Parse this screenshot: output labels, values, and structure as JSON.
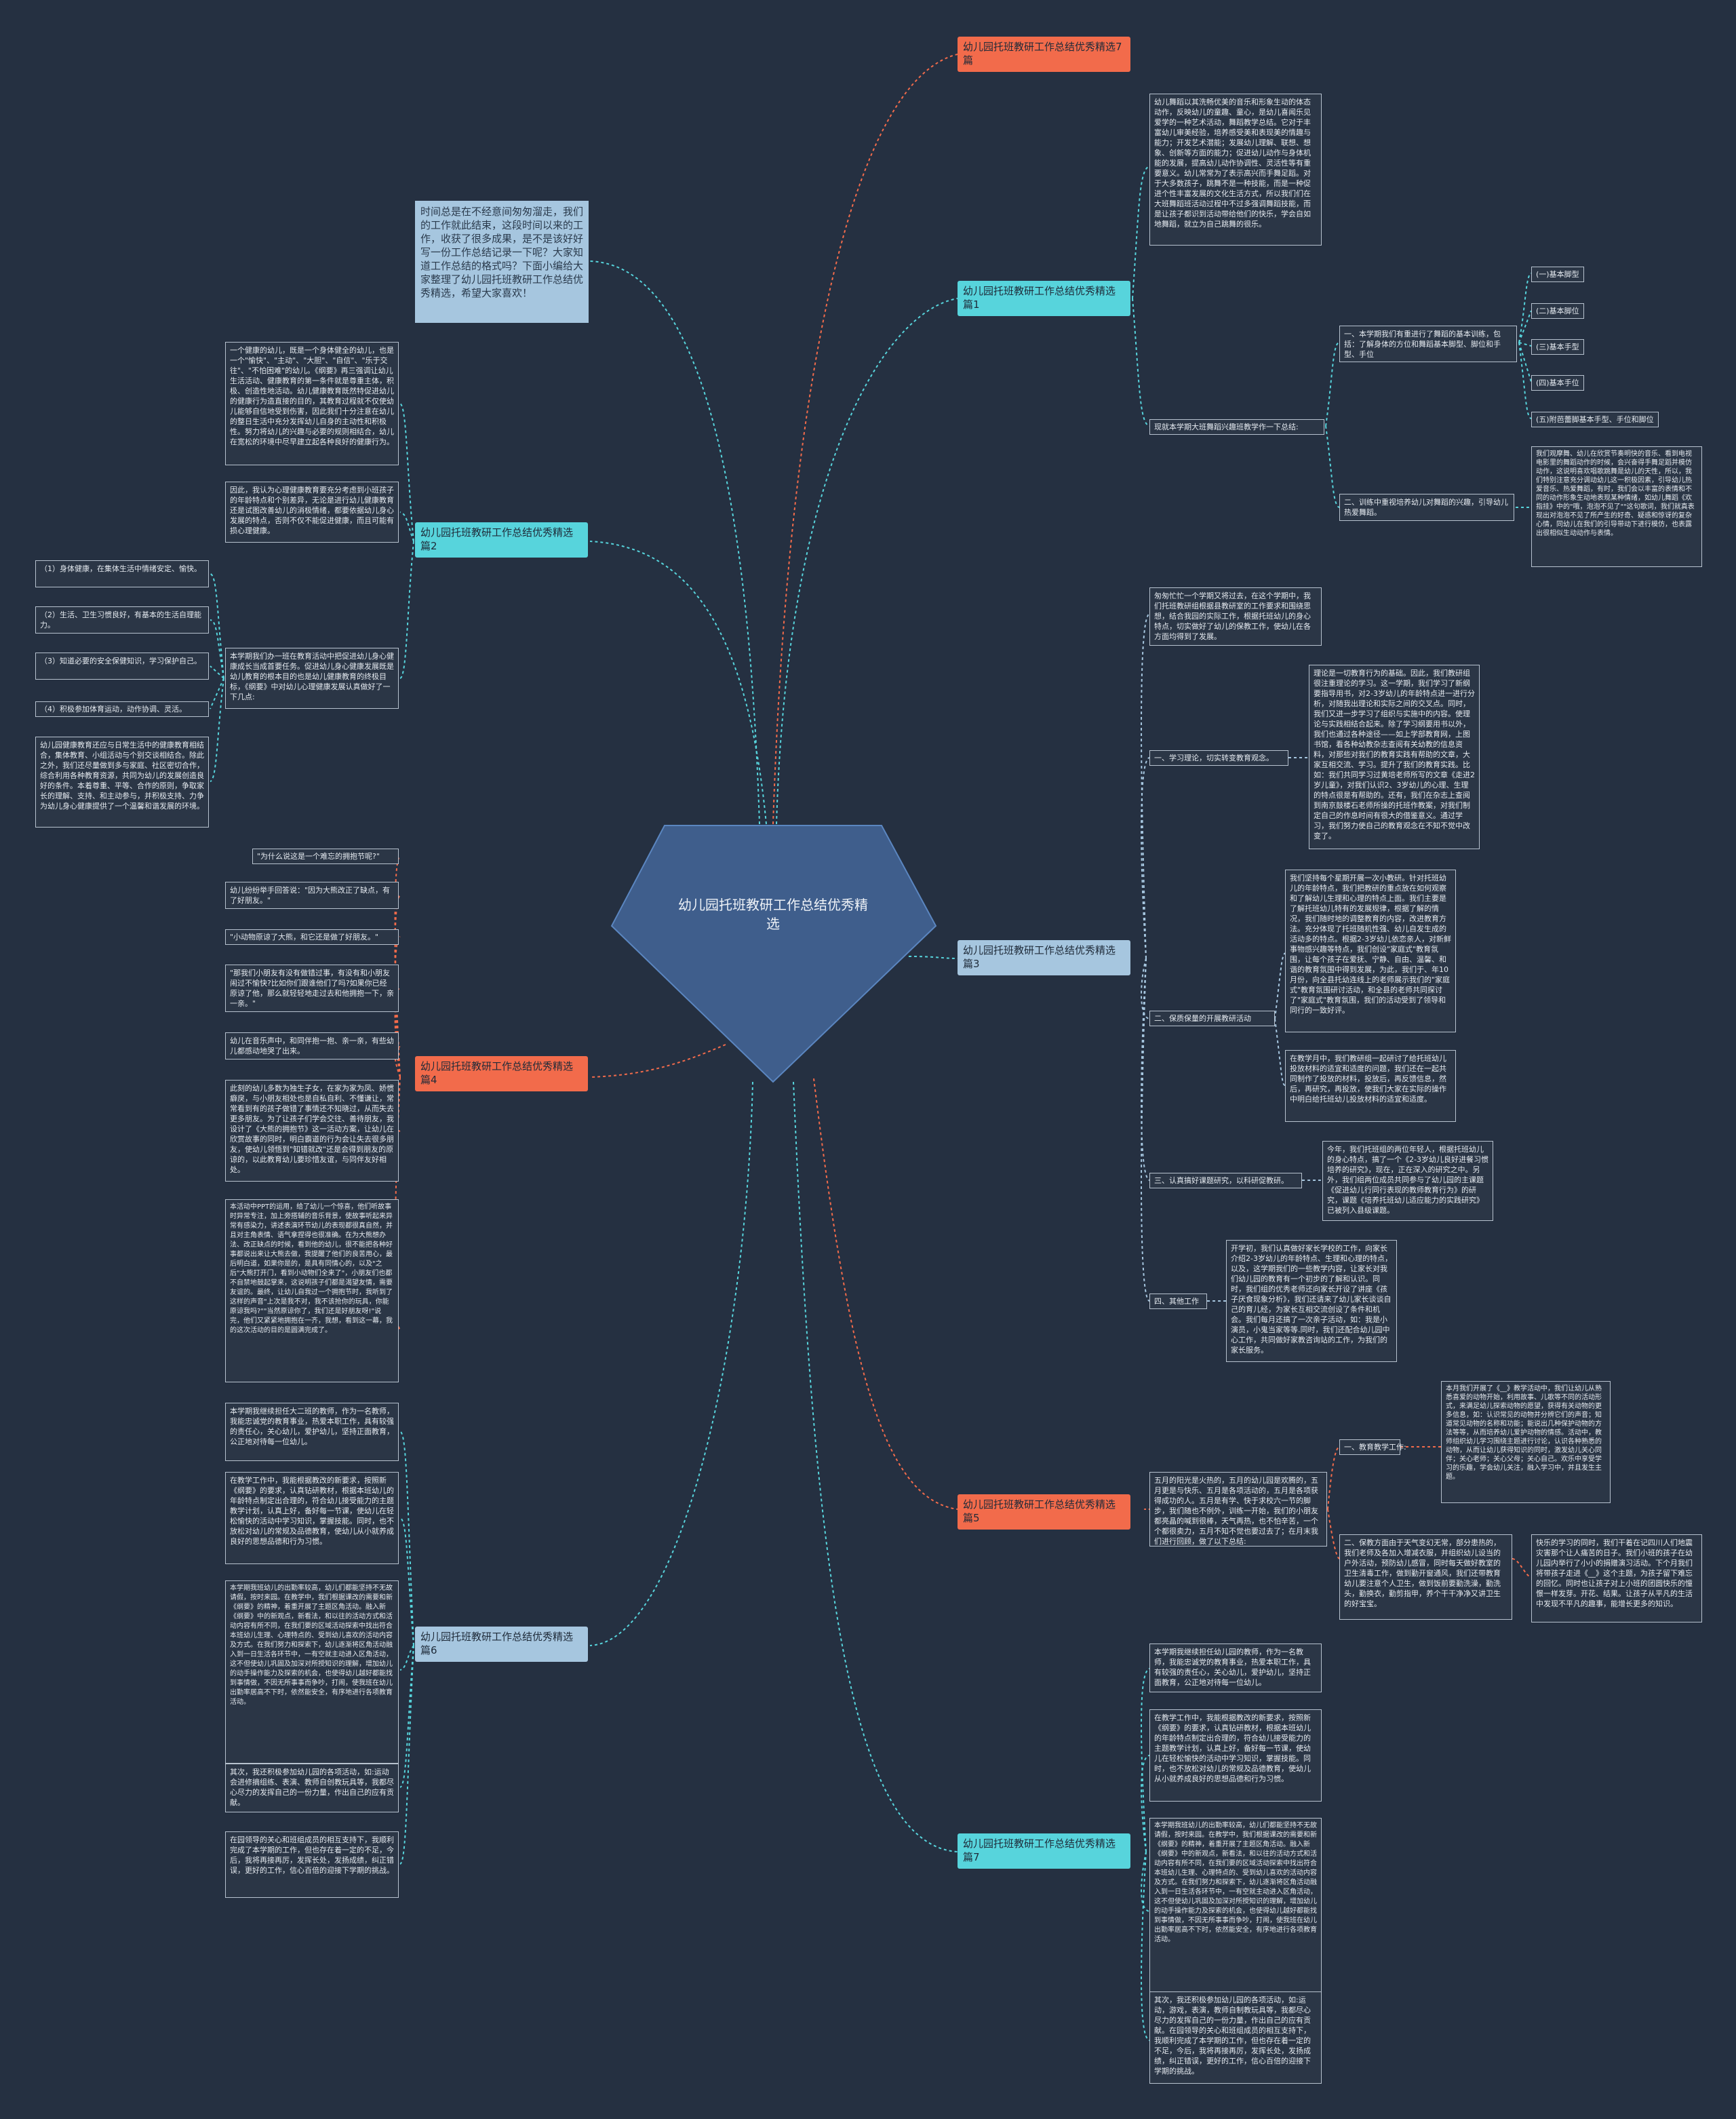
{
  "center": {
    "title": "幼儿园托班教研工作总结优秀精选"
  },
  "intro": "时间总是在不经意间匆匆溜走，我们的工作就此结束，这段时间以来的工作，收获了很多成果，是不是该好好写一份工作总结记录一下呢？大家知道工作总结的格式吗？下面小编给大家整理了幼儿园托班教研工作总结优秀精选，希望大家喜欢！",
  "branches": {
    "b7top": "幼儿园托班教研工作总结优秀精选7篇",
    "b1": "幼儿园托班教研工作总结优秀精选篇1",
    "b2": "幼儿园托班教研工作总结优秀精选篇2",
    "b3": "幼儿园托班教研工作总结优秀精选篇3",
    "b4": "幼儿园托班教研工作总结优秀精选篇4",
    "b5": "幼儿园托班教研工作总结优秀精选篇5",
    "b6": "幼儿园托班教研工作总结优秀精选篇6",
    "b7": "幼儿园托班教研工作总结优秀精选篇7"
  },
  "p1": {
    "dance": "幼儿舞蹈以其洗畅优美的音乐和形象生动的体态动作，反映幼儿的童趣、童心，是幼儿喜闻乐见爱学的一种艺术活动，舞蹈教学总结。它对于丰富幼儿审美经验，培养感受美和表现美的情趣与能力；开发艺术潜能；发展幼儿理解、联想、想象、创新等方面的能力；促进幼儿动作与身体机能的发展，提高幼儿动作协调性、灵活性等有重要意义。幼儿常常为了表示高兴而手舞足蹈。对于大多数孩子，跳舞不是一种技能，而是一种促进个性丰富发展的文化生活方式，所以我们们在大班舞蹈班活动过程中不过多强调舞蹈技能，而是让孩子都识到活动带给他们的快乐，学会自如地舞蹈，就立为自己跳舞的很乐。",
    "summary": "现就本学期大班舞蹈兴趣班教学作一下总结:",
    "s1": "一、本学期我们有重进行了舞蹈的基本训练，包括：了解身体的方位和舞蹈基本脚型、脚位和手型、手位",
    "list": [
      "(一)基本脚型",
      "(二)基本脚位",
      "(三)基本手型",
      "(四)基本手位",
      "(五)附芭蕾脚基本手型、手位和脚位"
    ],
    "s2": "二、训练中重视培养幼儿对舞蹈的兴趣，引导幼儿热爱舞蹈。",
    "s2detail": "我们观摩舞、幼儿在欣赏节奏明快的音乐、看到电视电影里的舞蹈动作的时候，会兴奋得手舞足蹈并模仿动作，这说明喜欢唱歌跳舞是幼儿的天性，所以，我们特别注意充分调动幼儿这一积极因素，引导幼儿热爱音乐、热爱舞蹈，有时，我们会以丰富的表情和不同的动作形象生动地表现某种情绪，如幼儿舞蹈《欢指挂》中的\"哦，泡泡不见了\"\"这句歌词，我们就真表现出对泡泡不见了所产生的好奇、疑惑和惊讶的复杂心情，同幼儿在我们的引导带动下进行模仿，也表露出很相似生动动作与表情。"
  },
  "p2": {
    "a": "一个健康的幼儿，既是一个身体健全的幼儿，也是一个\"愉快\"、\"主动\"、\"大胆\"、\"自信\"、\"乐于交往\"、\"不怕困难\"的幼儿。《纲要》再三强调让幼儿生活活动、健康教育的第一条件就是尊重主体，积极、创造性地活动。幼儿健康教育既然特促进幼儿的健康行为造直接的目的，其教育过程就不仅使幼儿能够自信地受到伤害，因此我们十分注意在幼儿的整日生活中充分发挥幼儿自身的主动性和积极性。努力将幼儿的兴趣与必要的规则相结合，幼儿在宽松的环境中尽早建立起各种良好的健康行为。",
    "b": "因此，我认为心理健康教育要充分考虑到小班孩子的年龄特点和个别差异，无论是进行幼儿健康教育还是试图改善幼儿的消极情绪，都要依据幼儿身心发展的特点，否则不仅不能促进健康，而且可能有损心理健康。",
    "c": "本学期我们办一班在教育活动中把促进幼儿身心健康成长当成首要任务。促进幼儿身心健康发展既是幼儿教育的根本目的也是幼儿健康教育的终极目标，《纲要》中对幼儿心理健康发展认真做好了一下几点:",
    "list": [
      "（1）身体健康，在集体生活中情绪安定、愉快。",
      "（2）生活、卫生习惯良好，有基本的生活自理能力。",
      "（3）知道必要的安全保健知识，学习保护自己。",
      "（4）积极参加体育运动，动作协调、灵活。"
    ],
    "d": "幼儿园健康教育还应与日常生活中的健康教育相结合，集体教育、小组活动与个别交谈相结合。除此之外，我们还尽量做到多与家庭、社区密切合作，综合利用各种教育资源，共同为幼儿的发展创造良好的条件。本着尊重、平等、合作的原则，争取家长的理解、支持、和主动参与，并积极支持、力争为幼儿身心健康提供了一个温馨和谐发展的环境。"
  },
  "p3": {
    "a": "匆匆忙忙一个学期又将过去，在这个学期中，我们托班教研组根据县教研室的工作要求和围绕思想，结合我园的实际工作，根据托班幼儿的身心特点，切实做好了幼儿的保教工作，使幼儿在各方面均得到了发展。",
    "s1": "一、学习理论，切实转变教育观念。",
    "s1d": "理论是一切教育行为的基础。因此，我们教研组很注重理论的学习。这一学期，我们学习了新纲要指导用书，对2-3岁幼儿的年龄特点进一进行分析，对随我出理论和实际之间的交叉点。同时，我们又进一步学习了组织与实施中的内容。使理论与实践相结合起来。除了学习纲要用书以外，我们也通过各种途径——如上学部教育网，上图书馆，看各种幼教杂志查阅有关幼教的信息资料，对那些对我们的教育实践有帮助的文章，大家互相交流、学习。提升了我们的教育实践。比如：我们共同学习过黄培老师所写的文章《走进2岁儿童》，对我们认识2、3岁幼儿的心理、生理的特点很是有帮助的。还有，我们在杂志上查阅到南京鼓楼石老师所操的托班作教案，对我们制定自己的作息时间有很大的借鉴意义。通过学习，我们努力使自己的教育观念在不知不觉中改变了。",
    "s2": "二、保质保量的开展教研活动",
    "s2a": "我们坚持每个星期开展一次小教研。针对托班幼儿的年龄特点，我们把教研的重点放在如何观察和了解幼儿生理和心理的特点上面。我们主要是了解托班幼儿特有的发展规律，根据了解的情况，我们随时地的调整教育的内容，改进教育方法。充分体现了托班随机性强、幼儿自发生成的活动多的特点。根据2-3岁幼儿依恋亲人，对新鲜事物感兴趣等特点，我们创设\"家庭式\"教育氛围，让每个孩子在爱抚、宁静、自由、温馨、和谐的教育氛围中得到发展，为此，我们于、年10月份，向全县托幼连线上的老师展示我们的\"家庭式\"教育氛围研讨活动，和全县的老师共同探讨了\"家庭式\"教育氛围，我们的活动受到了领导和同行的一致好评。",
    "s2b": "在教学月中，我们教研组一起研讨了给托班幼儿投放材料的适宜和适度的问题，我们还在一起共同制作了投放的材料，投放后，再反馈信息，然后，再研究，再投放，使我们大家在实际的操作中明白给托班幼儿投放材料的适宜和适度。",
    "s3": "三、认真搞好课题研究，以科研促教研。",
    "s3d": "今年，我们托班组的两位年轻人，根据托班幼儿的身心特点，搞了一个《2-3岁幼儿良好进餐习惯培养的研究》，现在，正在深入的研究之中。另外，我们组两位成员共同参与了幼儿园的主课题《促进幼儿行同行表现的教师教育行为》的研究，课题《培养托班幼儿适应能力的实践研究》已被列入县级课题。",
    "s4": "四、其他工作",
    "s4d": "开学初，我们认真做好家长学校的工作，向家长介绍2-3岁幼儿的年龄特点、生理和心理的特点，以及，这学期我们的一些教学内容，让家长对我们幼儿园的教育有一个初步的了解和认识。同时，我们组的优秀老师还向家长开设了讲座《孩子厌食现象分析》，我们还请来了幼儿家长谈谈自己的育儿经，为家长互相交流创设了条件和机会。我们每月还搞了一次亲子活动，如：我是小演员，小鬼当家等等.同时，我们还配合幼儿园中心工作，共同做好家教咨询站的工作，为我们的家长服务。"
  },
  "p4": {
    "q1": "\"为什么说这是一个难忘的拥抱节呢?\"",
    "q2": "幼儿纷纷举手回答说：\"因为大熊改正了缺点，有了好朋友。\"",
    "q3": "\"小动物原谅了大熊，和它还是做了好朋友。\"",
    "q4": "\"那我们小朋友有没有做错过事，有没有和小朋友闹过不愉快?比如你们跟谁他们了吗?如果你已经原谅了他，那么就轻轻地走过去和他拥抱一下，亲一亲。\"",
    "q5": "幼儿在音乐声中，和同伴抱一抱、亲一亲，有些幼儿都感动地哭了出来。",
    "q6": "此刻的幼儿多数为独生子女，在家为家为凤、娇惯癖戾，与小朋友相处也是自私自利、不懂谦让，常常看到有的孩子做错了事情还不知晓过，从而失去更多朋友。为了让孩子们学会交往、善待朋友，我设计了《大熊的拥抱节》这一活动方案，让幼儿在欣赏故事的同时，明白霸道的行为会让失去很多朋友，使幼儿领悟到\"知错就改\"还是会得到朋友的原谅的，以此教育幼儿要珍惜友谊，与同伴友好相处。",
    "q7": "本活动中PPT的运用，给了幼儿一个惊喜，他们听故事时异常专注，加上旁搭辅的音乐背景，使故事听起来异常有感染力，讲述表演环节幼儿的表现都很真自然，并且对主角表情、语气拿捏得也很准确。在为大熊想办法、改正缺点的时候，看到他的幼儿，很不能把各种好事都说出来让大熊去做，我提醒了他们的良苦用心，最后明白道，如果你是的，是具有同情心的，以及\"之后\"大熊打开门，看到小动物们全来了\"，小朋友们也都不自禁地鼓起掌来，这说明孩子们都是渴望友情，需要友谊的。最终，让幼儿自我过一个拥抱节时，我听到了这样的声音\"上次是我不对，我不该抢你的玩具，你能原谅我吗?\"\"当然原谅你了，我们还是好朋友呀!\"说完，他们又紧紧地拥抱在一齐，我想，看到这一幕，我的这次活动的目的是圆满完成了。"
  },
  "p5": {
    "a": "五月的阳光是火热的，五月的幼儿园是欢腾的，五月更是与快乐、五月是各项活动的，五月是各项获得成功的人。五月是有学、快于求校六一节的脚步，我们随也不例外，训练一开始，我们的小朋友都亮晶的喊到很棒，天气再热，也不怕辛苦，一个个都很卖力，五月不知不觉也要过去了；在月末我们进行回顾，做了以下总结:",
    "s1": "一、教育教学工作:",
    "s1d": "本月我们开展了《__》教学活动中，我们让幼儿从熟悉喜爱的动物开始，利用故事、儿歌等不同的活动形式，来满足幼儿探索动物的愿望，获得有关动物的更多信息，如：认识常见的动物并分辨它们的声音；知道常见动物的名称和功能；能说出几种保护动物的方法等等，从而培养幼儿爱护动物的情感。活动中，教师组织幼儿学习围绕主题进行讨论，认识各种熟悉的动物，从而让幼儿获得知识的同时，激发幼儿关心同伴；关心老师；关心父母；关心自己。欢乐中享受学习的乐趣，学会幼儿关注，融入学习中，并且发生主题。",
    "s2": "二、保教方面由于天气变幻无常，部分患热的，我们老师及各加入增减衣服，并组织幼儿设当的户外活动，预防幼儿感冒，同时每天做好教室的卫生清毒工作，做到勤开窗通风，我们还带教育幼儿要注意个人卫生，做到饭前要勤洗澡，勤洗头，勤换衣，勤剪指甲，养个干干净净又讲卫生的好宝宝。",
    "s2d": "快乐的学习的同时，我们干着在记四川人们地震灾害那个让人痛苦的日子。我们小班的孩子在幼儿园内举行了小小的捐赠演习活动。下个月我们将带孩子走进《__》这个主题，为孩子留下难忘的回忆。同时也让孩子对上小班的团圆快乐的憧憬一样发芽。开花、结果。让孩子从平凡的生活中发现不平凡的趣事，能增长更多的知识。"
  },
  "p6": {
    "a": "本学期我继续担任大二班的教师，作为一名教师，我能忠诚党的教育事业，热爱本职工作，具有较强的责任心，关心幼儿，爱护幼儿，坚持正面教育，公正地对待每一位幼儿。",
    "b": "在教学工作中，我能根据教改的新要求，按照新《纲要》的要求，认真钻研教材，根据本班幼儿的年龄特点制定出合理的，符合幼儿接受能力的主题教学计划，认真上好，备好每一节课，使幼儿在轻松愉快的活动中学习知识，掌握技能。同时，也不放松对幼儿的常规及品德教育，使幼儿从小就养成良好的思想品德和行为习惯。",
    "c": "本学期我班幼儿的出勤率较高，幼儿们都能坚持不无故请假，按时来园。在教学中，我们根据课改的需要和新《纲要》的精神，着重开展了主题区角活动。融入新《纲要》中的新观点，新看法，和以往的活动方式和活动内容有所不同，在我们要的区域活动探索中找出符合本班幼儿生理、心理特点的、受到幼儿喜欢的活动内容及方式。在我们努力和探索下，幼儿逐渐将区角活动融入到一日生活各环节中，一有空就主动进入区角活动，这不但使幼儿巩固及加深对所授知识的理解，增加幼儿的动手操作能力及探索的机会，也使得幼儿越好都能找到事情做，不因无所事事而争吵，打闹，使我班在幼儿出勤率居高不下时，依然能安全，有序地进行各项教育活动。",
    "d": "其次，我还积极参加幼儿园的各项活动，如:运动会进修摘组练、表演、教师自创教玩具等，我都尽心尽力的发挥自己的一份力量，作出自己的应有贡献。",
    "e": "在园领导的关心和班组成员的相互支持下，我顺利完成了本学期的工作，但也存在着一定的不足，今后，我将再接再厉，发挥长处，发扬成绩，纠正错误，更好的工作，信心百倍的迎接下学期的挑战。"
  },
  "p7": {
    "a": "本学期我继续担任幼儿园的教师，作为一名教师，我能忠诚党的教育事业，热爱本职工作，具有较强的责任心，关心幼儿，爱护幼儿，坚持正面教育，公正地对待每一位幼儿。",
    "b": "在教学工作中，我能根据教改的新要求，按照新《纲要》的要求，认真钻研教材，根据本班幼儿的年龄特点制定出合理的，符合幼儿接受能力的主题教学计划，认真上好，备好每一节课，使幼儿在轻松愉快的活动中学习知识，掌握技能。同时，也不放松对幼儿的常规及品德教育，使幼儿从小就养成良好的思想品德和行为习惯。",
    "c": "本学期我班幼儿的出勤率较高，幼儿们都能坚持不无故请假，按时来园。在教学中，我们根据课改的需要和新《纲要》的精神，着重开展了主题区角活动。融入新《纲要》中的新观点，新看法，和以往的活动方式和活动内容有所不同，在我们要的区域活动探索中找出符合本班幼儿生理、心理特点的、受到幼儿喜欢的活动内容及方式。在我们努力和探索下，幼儿逐渐将区角活动融入到一日生活各环节中，一有空就主动进入区角活动，这不但使幼儿巩固及加深对所授知识的理解，增加幼儿的动手操作能力及探索的机会，也使得幼儿越好都能找到事情做，不因无所事事而争吵，打闹，使我班在幼儿出勤率居高不下时，依然能安全，有序地进行各项教育活动。",
    "d": "其次，我还积极参加幼儿园的各项活动，如:运动，游戏，表演，教师自制教玩具等，我都尽心尽力的发挥自己的一份力量，作出自己的应有贡献。在园领导的关心和班组成员的相互支持下，我顺利完成了本学期的工作，但也存在着一定的不足，今后，我将再接再厉，发挥长处，发扬成绩，纠正错误，更好的工作，信心百倍的迎接下学期的挑战。"
  },
  "colors": {
    "background": "#253041",
    "cyan": "#57d4dc",
    "orange": "#f26b4b",
    "blue": "#a6c6df",
    "center": "#3f5e8c"
  }
}
